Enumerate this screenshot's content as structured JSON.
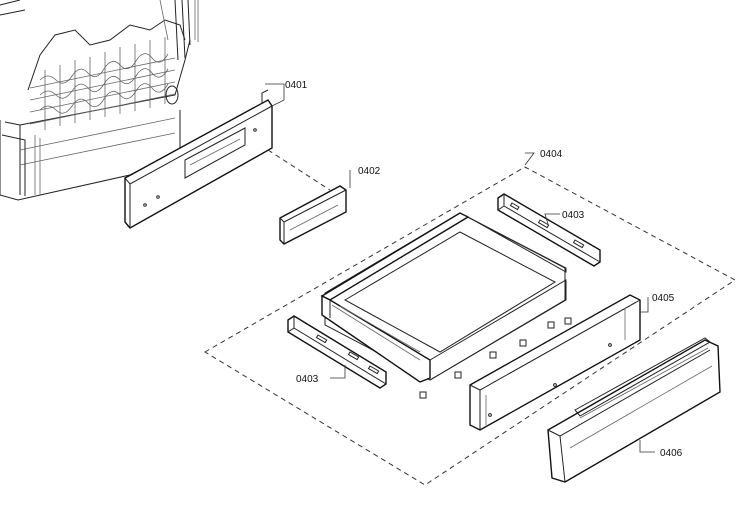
{
  "diagram": {
    "callouts": [
      {
        "id": "c1",
        "label": "0401"
      },
      {
        "id": "c2",
        "label": "0402"
      },
      {
        "id": "c3",
        "label": "0404"
      },
      {
        "id": "c4",
        "label": "0403"
      },
      {
        "id": "c5",
        "label": "0405"
      },
      {
        "id": "c6",
        "label": "0403"
      },
      {
        "id": "c7",
        "label": "0406"
      }
    ]
  }
}
